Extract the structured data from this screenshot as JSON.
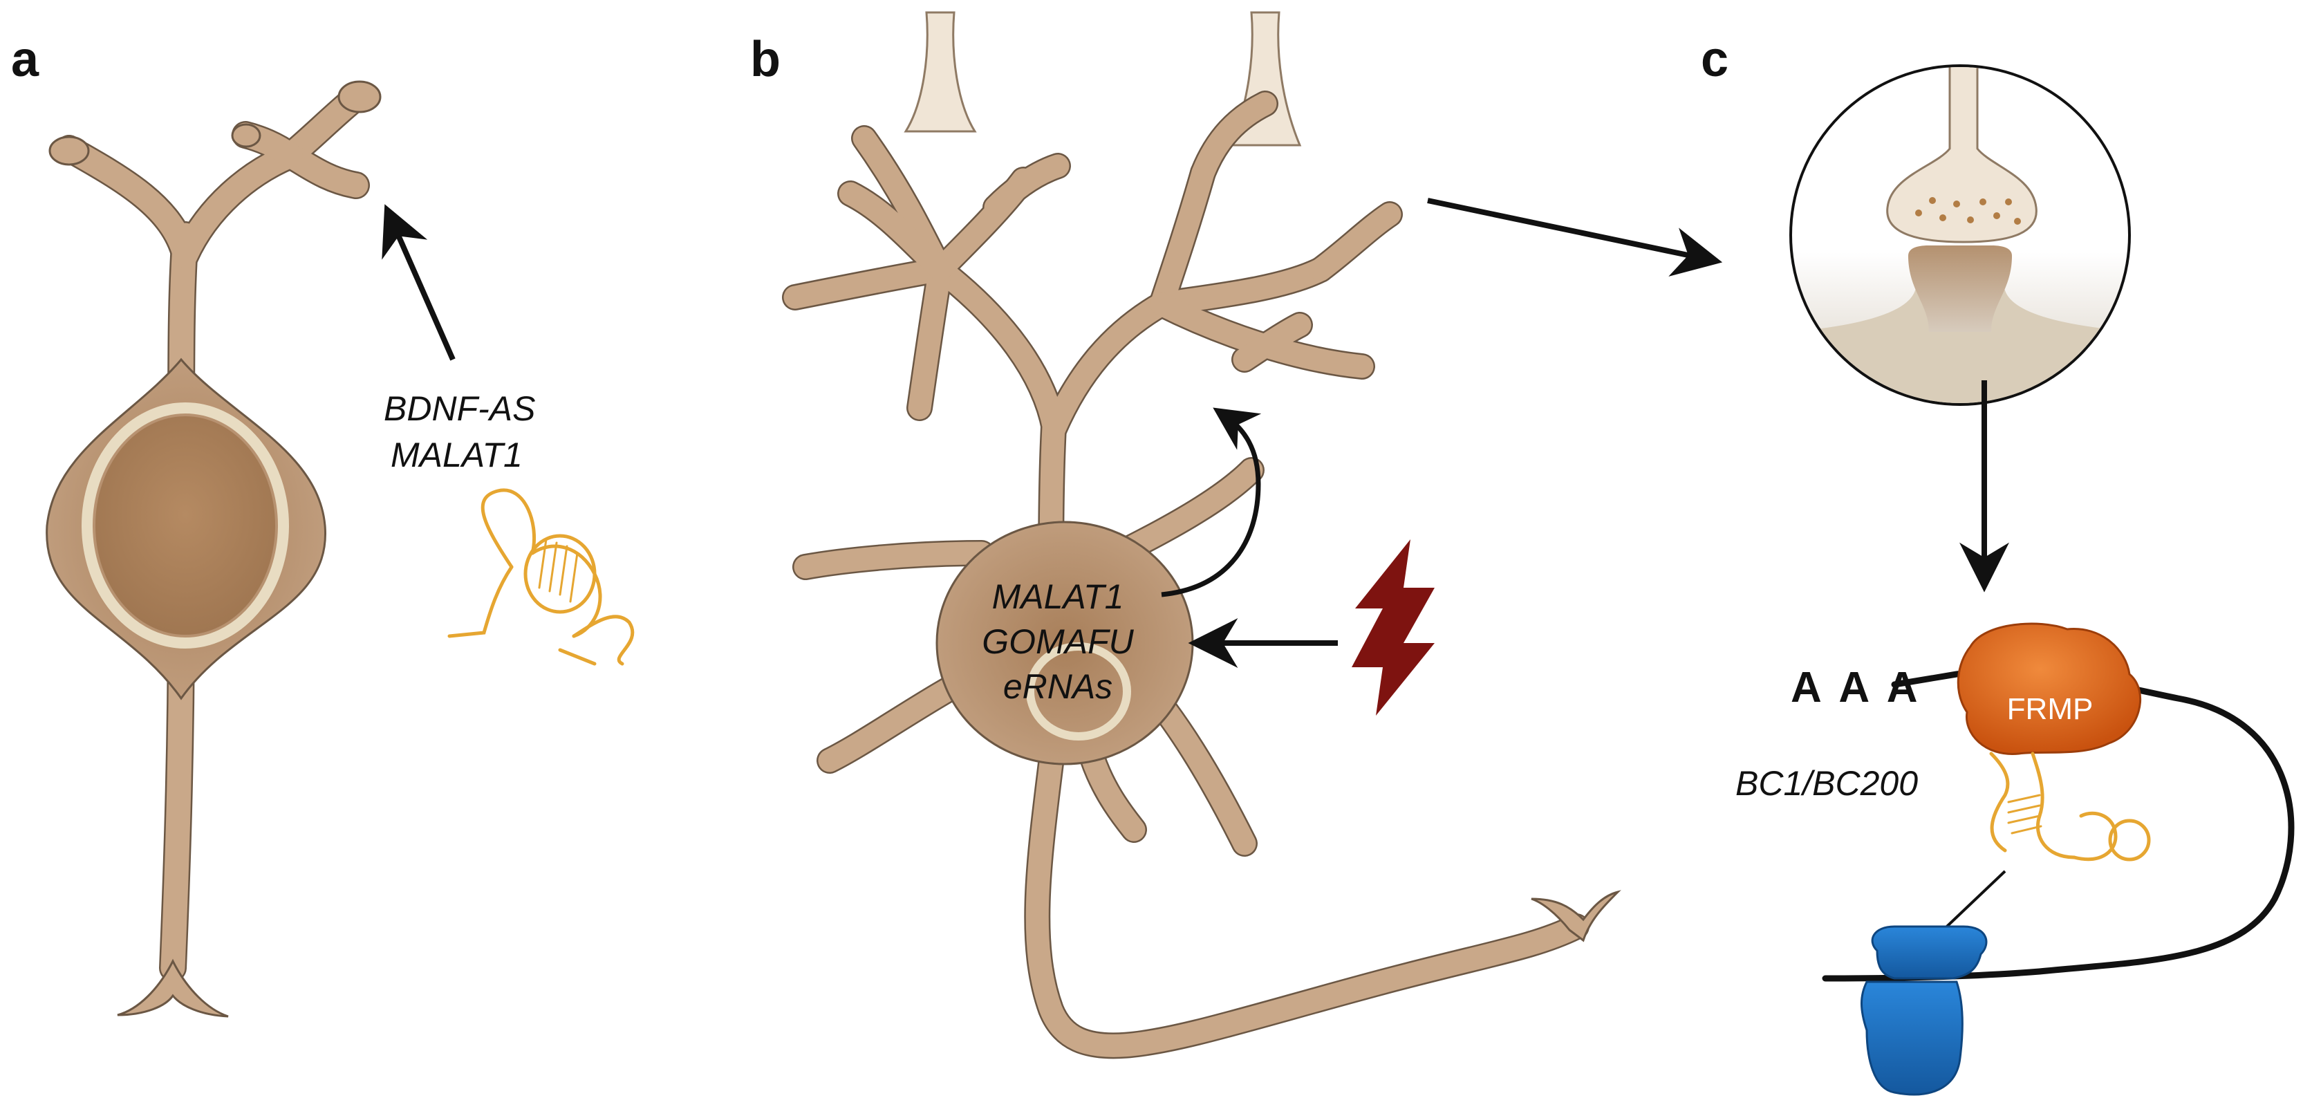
{
  "panels": {
    "a": {
      "letter": "a",
      "labels": [
        "BDNF-AS",
        "MALAT1"
      ]
    },
    "b": {
      "letter": "b",
      "labels": [
        "MALAT1",
        "GOMAFU",
        "eRNAs"
      ]
    },
    "c": {
      "letter": "c",
      "polyA": "A A A",
      "protein": "FRMP",
      "rna": "BC1/BC200"
    }
  },
  "colors": {
    "neuron": "#c9a889",
    "nucleus": "#ab8158",
    "axon_terminal": "#e9dccc",
    "rna_strand": "#e6a631",
    "stimulus": "#7e1310",
    "protein_frmp": "#e0651f",
    "ribosome": "#1c72c4"
  },
  "icons": [
    "neuron-icon",
    "rna-hairpin-icon",
    "lightning-bolt-icon",
    "synapse-icon",
    "ribosome-icon"
  ]
}
